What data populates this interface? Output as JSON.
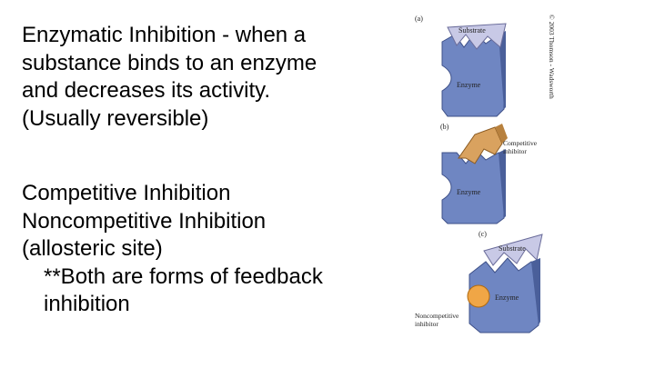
{
  "slide": {
    "intro_lines": [
      "Enzymatic Inhibition - when a",
      "substance binds to an enzyme",
      "and decreases its activity.",
      "(Usually reversible)"
    ],
    "list_lines": [
      "Competitive Inhibition",
      "Noncompetitive Inhibition",
      "(allosteric site)",
      "**Both are forms of feedback",
      "inhibition"
    ]
  },
  "figure": {
    "copyright": "© 2003 Thomson - Wadsworth",
    "panel_a": {
      "letter": "(a)",
      "substrate": "Substrate",
      "enzyme": "Enzyme"
    },
    "panel_b": {
      "letter": "(b)",
      "inhibitor_line1": "Competitive",
      "inhibitor_line2": "inhibitor",
      "enzyme": "Enzyme"
    },
    "panel_c": {
      "letter": "(c)",
      "substrate": "Substrate",
      "enzyme": "Enzyme",
      "inhibitor_line1": "Noncompetitive",
      "inhibitor_line2": "inhibitor"
    },
    "colors": {
      "enzyme": "#6f86c2",
      "enzyme_dark": "#4a5f9a",
      "substrate": "#c8c9e6",
      "competitive": "#d9a25f",
      "noncompetitive": "#f0a646"
    }
  }
}
